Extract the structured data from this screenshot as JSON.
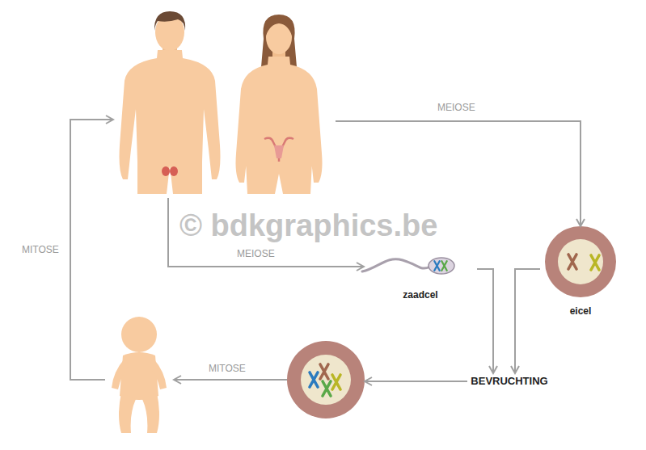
{
  "diagram": {
    "nodes": [
      {
        "text": []
      },
      {
        "text": [
          "zaadcel"
        ]
      },
      {
        "text": [
          "eicel"
        ]
      },
      {
        "text": [
          "BEVRUCHTING"
        ]
      },
      {
        "text": []
      },
      {
        "text": []
      }
    ],
    "edges": [
      {
        "from": 0,
        "to": 2,
        "label": "MEIOSE",
        "arrow": "to"
      },
      {
        "from": 0,
        "to": 1,
        "label": "MEIOSE",
        "arrow": "to"
      },
      {
        "from": 1,
        "to": 3,
        "arrow": "to"
      },
      {
        "from": 2,
        "to": 3,
        "arrow": "to"
      },
      {
        "from": 3,
        "to": 4,
        "arrow": "to"
      },
      {
        "from": 4,
        "to": 5,
        "label": "MITOSE",
        "arrow": "to"
      },
      {
        "from": 5,
        "to": 0,
        "label": "MITOSE",
        "arrow": "to"
      }
    ],
    "labels": [
      "© bdkgraphics.be"
    ]
  }
}
